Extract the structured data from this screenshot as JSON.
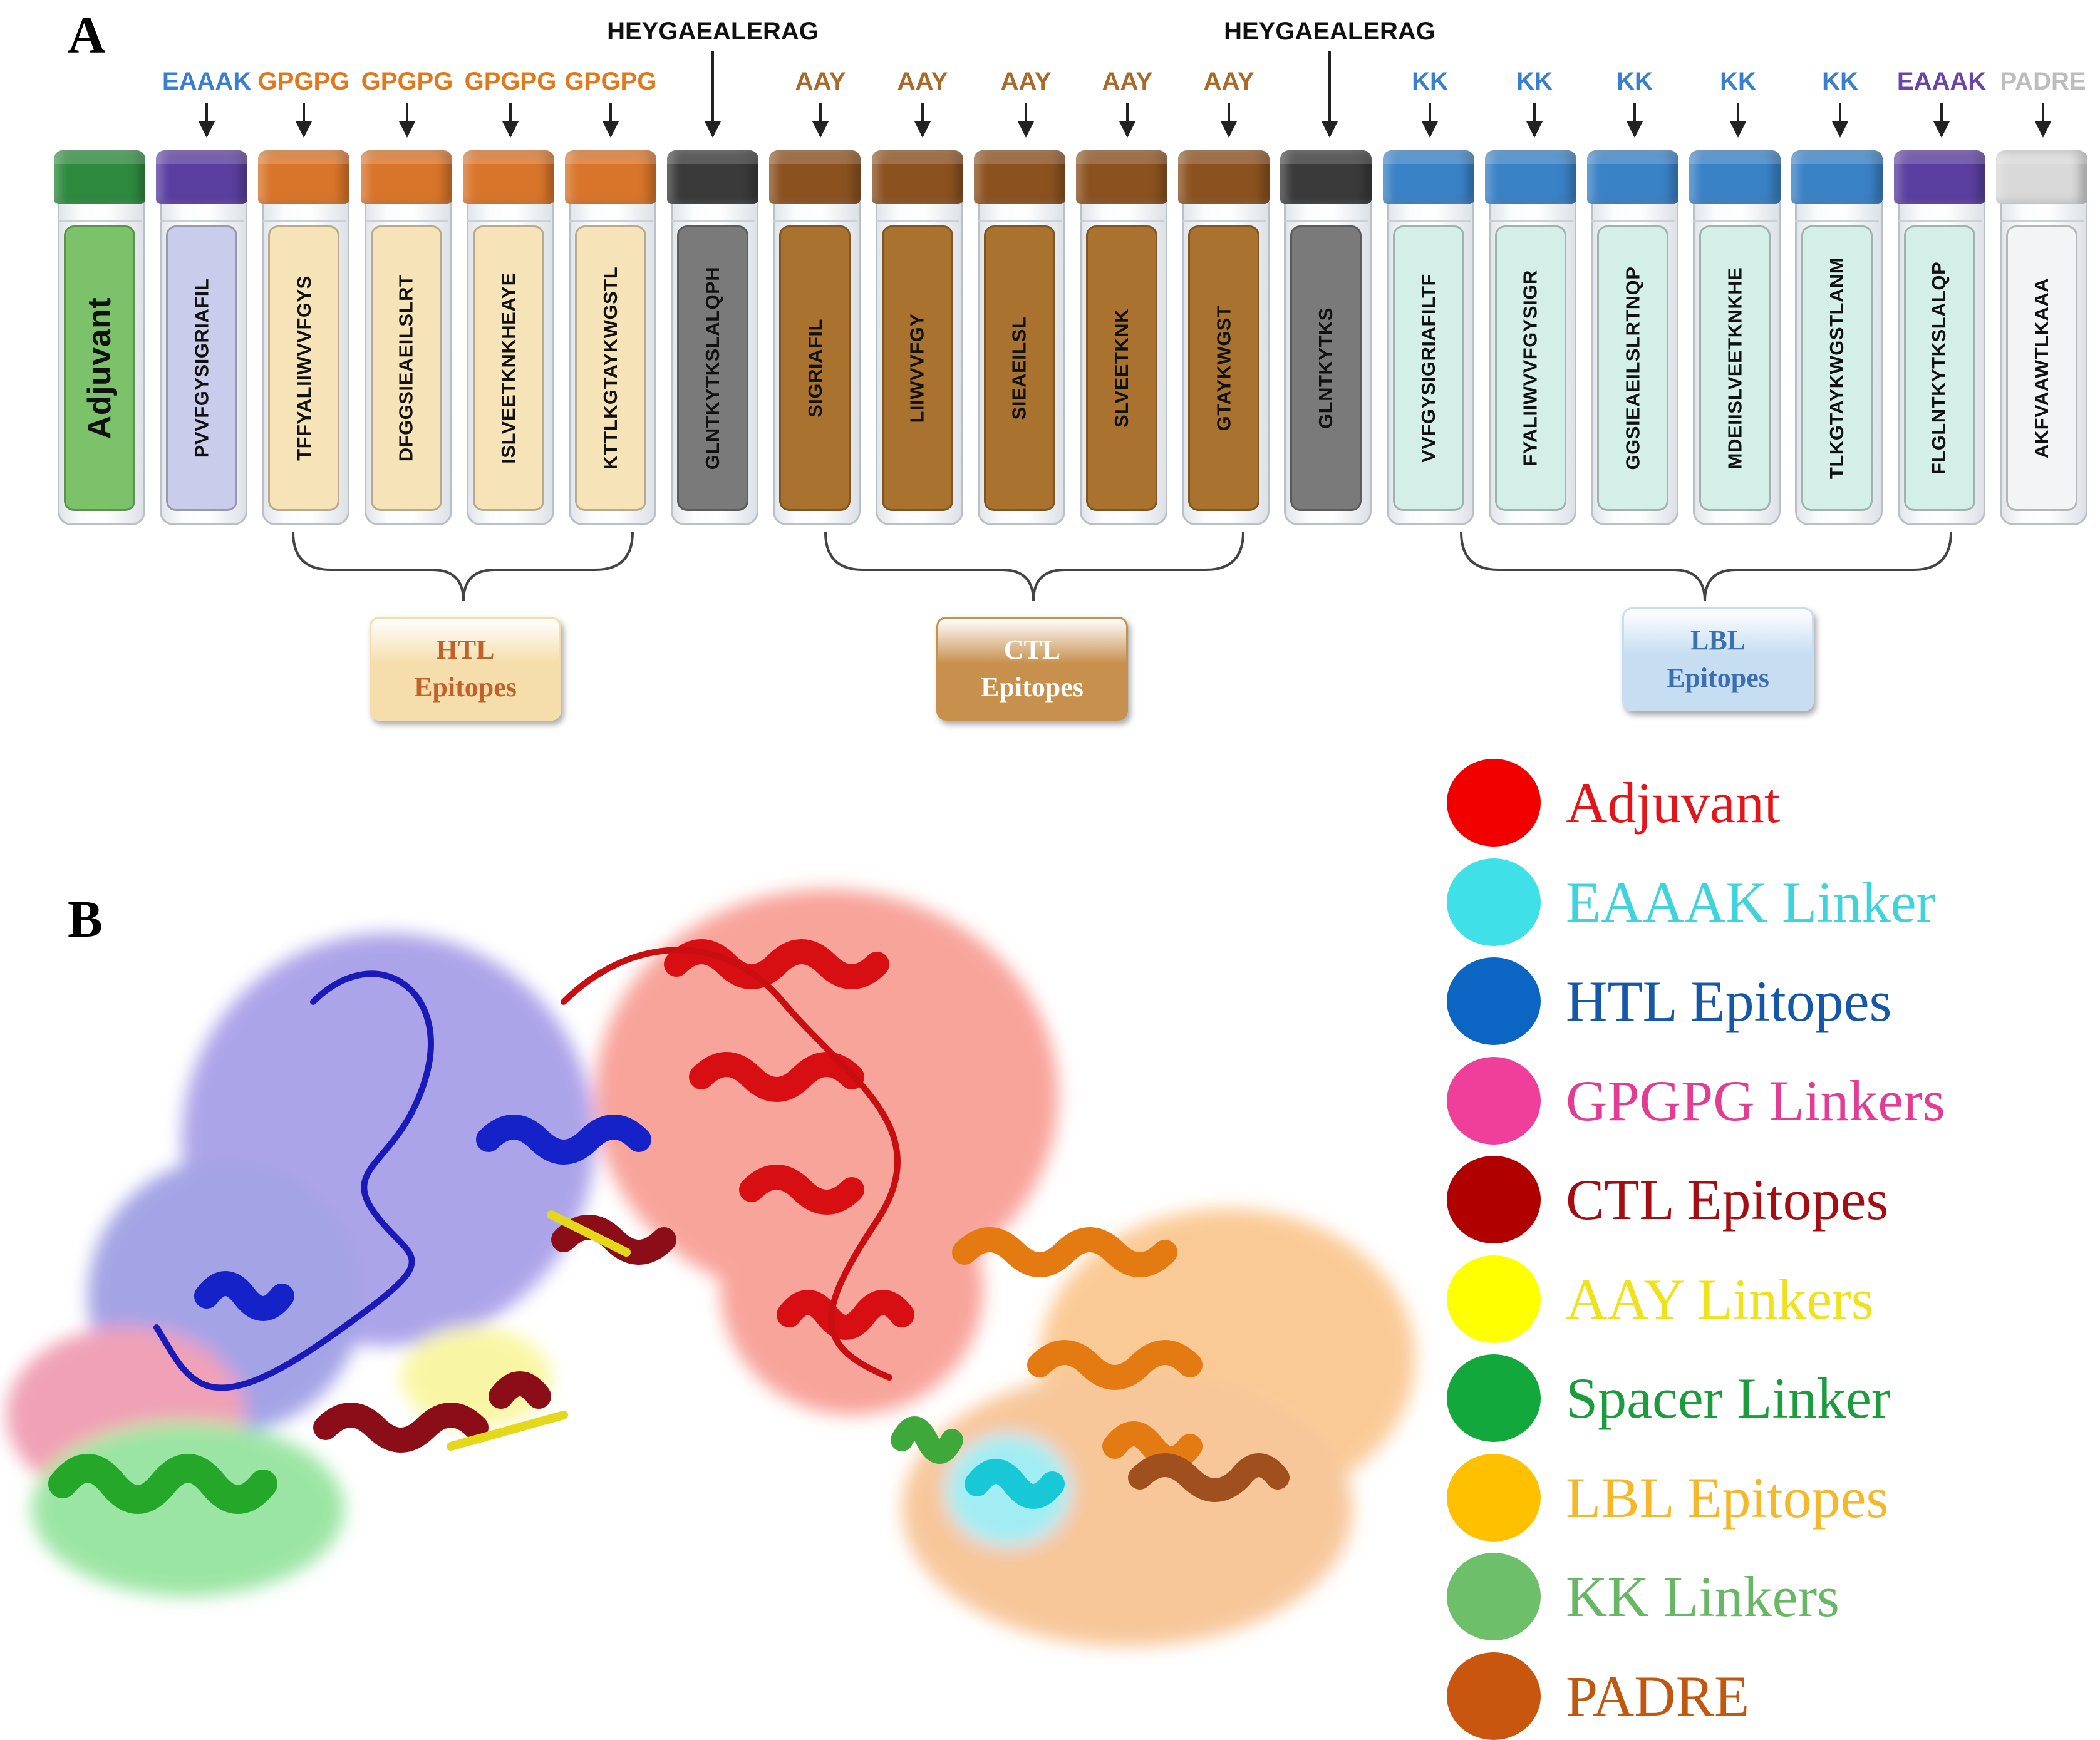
{
  "panels": {
    "a": "A",
    "b": "B"
  },
  "linker_labels": [
    {
      "text": "EAAAK",
      "color": "#3a7fcf"
    },
    {
      "text": "GPGPG",
      "color": "#e3781b"
    },
    {
      "text": "GPGPG",
      "color": "#e3781b"
    },
    {
      "text": "GPGPG",
      "color": "#e3781b"
    },
    {
      "text": "GPGPG",
      "color": "#e3781b"
    },
    {
      "text": "HEYGAEALERAG",
      "color": "#111111"
    },
    {
      "text": "AAY",
      "color": "#a8692a"
    },
    {
      "text": "AAY",
      "color": "#a8692a"
    },
    {
      "text": "AAY",
      "color": "#a8692a"
    },
    {
      "text": "AAY",
      "color": "#a8692a"
    },
    {
      "text": "AAY",
      "color": "#a8692a"
    },
    {
      "text": "HEYGAEALERAG",
      "color": "#111111"
    },
    {
      "text": "KK",
      "color": "#3a7fcf"
    },
    {
      "text": "KK",
      "color": "#3a7fcf"
    },
    {
      "text": "KK",
      "color": "#3a7fcf"
    },
    {
      "text": "KK",
      "color": "#3a7fcf"
    },
    {
      "text": "KK",
      "color": "#3a7fcf"
    },
    {
      "text": "EAAAK",
      "color": "#6b44a8"
    },
    {
      "text": "PADRE",
      "color": "#bdbdbd"
    }
  ],
  "vials": [
    {
      "text": "Adjuvant",
      "cap": "#2e8b3e",
      "label": "#7cc26a",
      "big": true
    },
    {
      "text": "PVVFGYSIGRIAFIL",
      "cap": "#5b3fa0",
      "label": "#c9cdeb"
    },
    {
      "text": "TFFYALIIWVVFGYS",
      "cap": "#d8752a",
      "label": "#f6e3b8"
    },
    {
      "text": "DFGGSIEAEILSLRT",
      "cap": "#d8752a",
      "label": "#f6e3b8"
    },
    {
      "text": "ISLVEETKNKHEAYE",
      "cap": "#d8752a",
      "label": "#f6e3b8"
    },
    {
      "text": "KTTLKGTAYKWGSTL",
      "cap": "#d8752a",
      "label": "#f6e3b8"
    },
    {
      "text": "GLNTKYTKSLALQPH",
      "cap": "#3a3a3a",
      "label": "#7a7a7a"
    },
    {
      "text": "SIGRIAFIL",
      "cap": "#8b5220",
      "label": "#a9722f"
    },
    {
      "text": "LIIWVVFGY",
      "cap": "#8b5220",
      "label": "#a9722f"
    },
    {
      "text": "SIEAEILSL",
      "cap": "#8b5220",
      "label": "#a9722f"
    },
    {
      "text": "SLVEETKNK",
      "cap": "#8b5220",
      "label": "#a9722f"
    },
    {
      "text": "GTAYKWGST",
      "cap": "#8b5220",
      "label": "#a9722f"
    },
    {
      "text": "GLNTKYTKS",
      "cap": "#3a3a3a",
      "label": "#7a7a7a"
    },
    {
      "text": "VVFGYSIGRIAFILTF",
      "cap": "#3a82c6",
      "label": "#d3efe8"
    },
    {
      "text": "FYALIIWVVFGYSIGR",
      "cap": "#3a82c6",
      "label": "#d3efe8"
    },
    {
      "text": "GGSIEAEILSLRTNQP",
      "cap": "#3a82c6",
      "label": "#d3efe8"
    },
    {
      "text": "MDEIISLVEETKNKHE",
      "cap": "#3a82c6",
      "label": "#d3efe8"
    },
    {
      "text": "TLKGTAYKWGSTLANM",
      "cap": "#3a82c6",
      "label": "#d3efe8"
    },
    {
      "text": "FLGLNTKYTKSLALQP",
      "cap": "#5b3fa0",
      "label": "#d3efe8"
    },
    {
      "text": "AKFVAAWTLKAAA",
      "cap": "#d9d9d9",
      "label": "#f2f4f5"
    }
  ],
  "groups": [
    {
      "line1": "HTL",
      "line2": "Epitopes",
      "bg": "#f5deab",
      "color": "#c0622a"
    },
    {
      "line1": "CTL",
      "line2": "Epitopes",
      "bg": "#c8904d",
      "color": "#ffffff"
    },
    {
      "line1": "LBL",
      "line2": "Epitopes",
      "bg": "#c7def2",
      "color": "#3a6fb0"
    }
  ],
  "legend": [
    {
      "text": "Adjuvant",
      "dot": "#f20000",
      "color": "#e3141a"
    },
    {
      "text": "EAAAK Linker",
      "dot": "#3fe0e8",
      "color": "#3fd3dc"
    },
    {
      "text": "HTL Epitopes",
      "dot": "#0a66c2",
      "color": "#1557a8"
    },
    {
      "text": "GPGPG Linkers",
      "dot": "#ef3f9a",
      "color": "#e23c95"
    },
    {
      "text": "CTL Epitopes",
      "dot": "#b00000",
      "color": "#a60d12"
    },
    {
      "text": "AAY Linkers",
      "dot": "#ffff00",
      "color": "#f0e21a"
    },
    {
      "text": "Spacer Linker",
      "dot": "#13a83c",
      "color": "#1b9c3d"
    },
    {
      "text": "LBL Epitopes",
      "dot": "#ffc000",
      "color": "#f5b82a"
    },
    {
      "text": "KK Linkers",
      "dot": "#6dbf6a",
      "color": "#67b764"
    },
    {
      "text": "PADRE",
      "dot": "#c8560e",
      "color": "#c0580f"
    }
  ]
}
